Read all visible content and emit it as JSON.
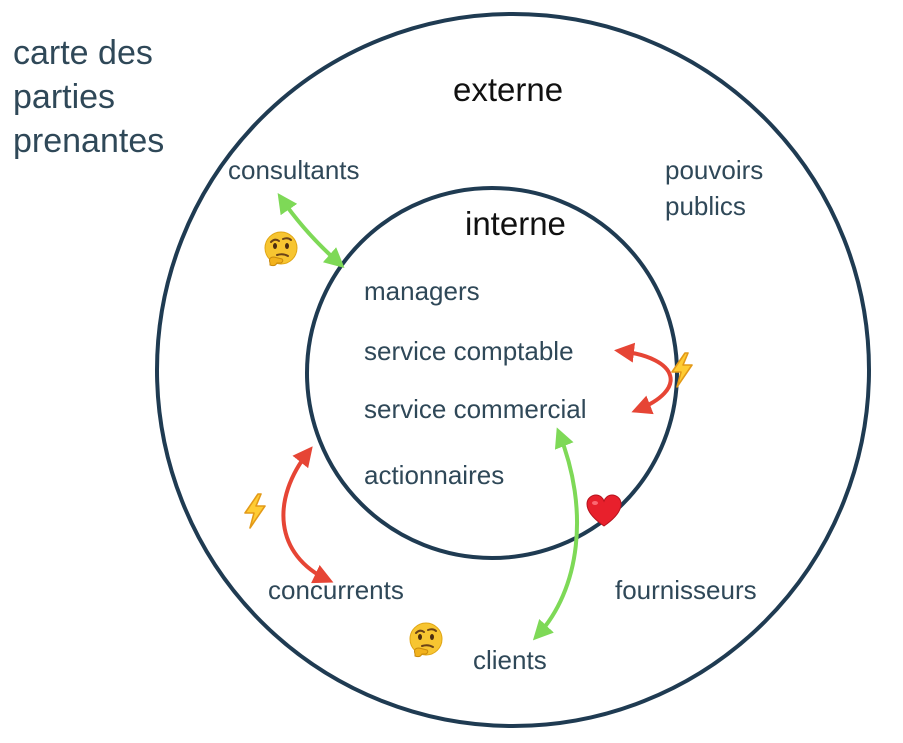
{
  "title_lines": [
    "carte des",
    "parties",
    "prenantes"
  ],
  "rings": {
    "outer": "externe",
    "inner": "interne"
  },
  "internal": {
    "managers": "managers",
    "accounting": "service comptable",
    "sales": "service commercial",
    "shareholders": "actionnaires"
  },
  "external": {
    "consultants": "consultants",
    "public_authorities_line1": "pouvoirs",
    "public_authorities_line2": "publics",
    "competitors": "concurrents",
    "suppliers": "fournisseurs",
    "clients": "clients"
  },
  "relations": [
    {
      "from": "consultants",
      "to": "managers",
      "kind": "cooperation",
      "marker": "thinking-face-emoji"
    },
    {
      "from": "service comptable",
      "to": "service commercial",
      "kind": "conflict",
      "marker": "lightning-emoji"
    },
    {
      "from": "concurrents",
      "to": "interne",
      "kind": "conflict",
      "marker": "lightning-emoji"
    },
    {
      "from": "clients",
      "to": "service commercial",
      "kind": "cooperation",
      "marker": "heart-emoji"
    }
  ],
  "colors": {
    "ring_stroke": "#1f3b52",
    "text": "#2f4858",
    "cooperation_arrow": "#7ed957",
    "conflict_arrow": "#e64535"
  }
}
